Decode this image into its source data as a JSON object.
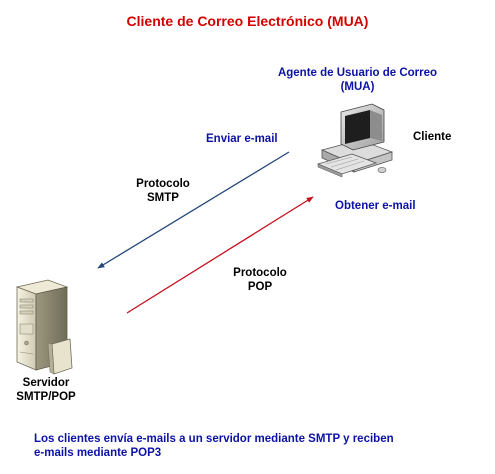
{
  "title": "Cliente de Correo Electrónico (MUA)",
  "agent": {
    "line1": "Agente de Usuario de Correo",
    "line2": "(MUA)"
  },
  "client_label": "Cliente",
  "send_label": "Enviar e-mail",
  "fetch_label": "Obtener e-mail",
  "smtp_protocol": {
    "line1": "Protocolo",
    "line2": "SMTP"
  },
  "pop_protocol": {
    "line1": "Protocolo",
    "line2": "POP"
  },
  "server_label": {
    "line1": "Servidor",
    "line2": "SMTP/POP"
  },
  "footer": {
    "line1": "Los clientes envía e-mails a un servidor mediante SMTP y reciben",
    "line2": "e-mails mediante POP3"
  },
  "colors": {
    "title": "#d40000",
    "blue_text": "#0c12a4",
    "smtp_arrow": "#23457a",
    "pop_arrow": "#c8101e"
  },
  "icons": {
    "client": "desktop-computer-icon",
    "server": "server-tower-icon"
  }
}
